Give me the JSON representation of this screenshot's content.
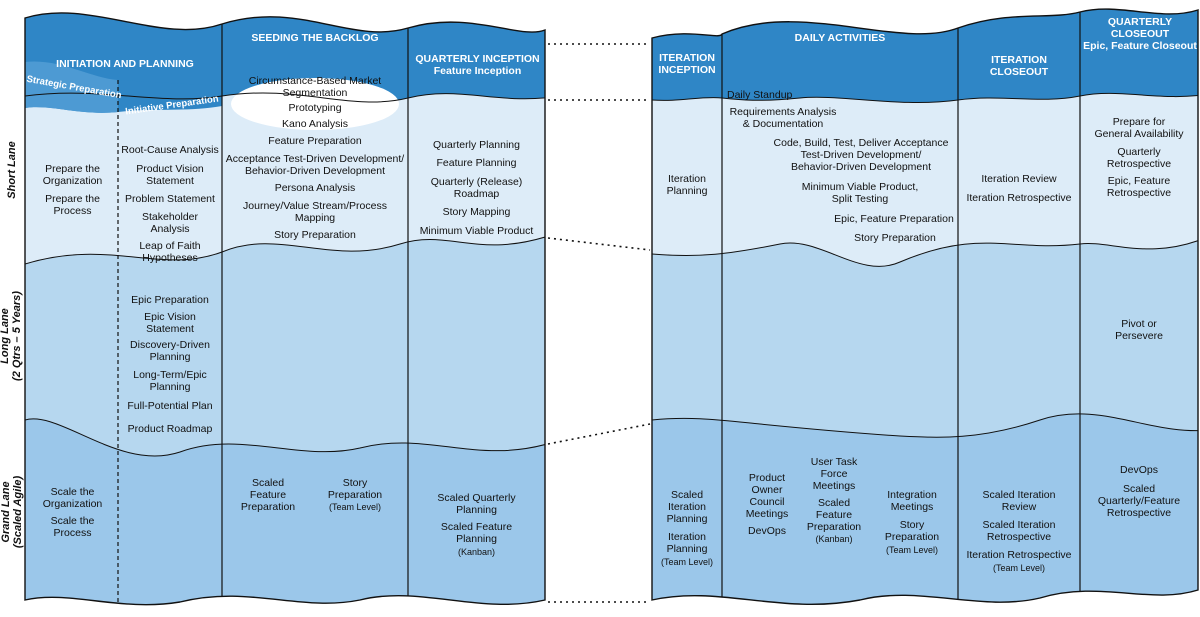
{
  "headers": {
    "initiation": "INITIATION AND PLANNING",
    "seeding": "SEEDING THE BACKLOG",
    "quarterly_inception_1": "QUARTERLY INCEPTION",
    "quarterly_inception_2": "Feature Inception",
    "iteration_inception": "ITERATION\nINCEPTION",
    "daily": "DAILY ACTIVITIES",
    "iteration_closeout": "ITERATION\nCLOSEOUT",
    "quarterly_closeout_1": "QUARTERLY\nCLOSEOUT",
    "quarterly_closeout_2": "Epic, Feature Closeout"
  },
  "sub_headers": {
    "strategic": "Strategic Preparation",
    "initiative": "Initiative Preparation"
  },
  "lanes": {
    "short": "Short Lane",
    "long": "Long Lane\n(2 Qtrs – 5 Years)",
    "grand": "Grand Lane\n(Scaled Agile)"
  },
  "short": {
    "strategic_1": "Prepare the\nOrganization",
    "strategic_2": "Prepare the\nProcess",
    "initiative_1": "Root-Cause Analysis",
    "initiative_2": "Product Vision\nStatement",
    "initiative_3": "Problem Statement",
    "initiative_4": "Stakeholder\nAnalysis",
    "initiative_5": "Leap of Faith\nHypotheses",
    "seeding_1": "Circumstance-Based Market\nSegmentation",
    "seeding_2": "Prototyping",
    "seeding_3": "Kano Analysis",
    "seeding_4": "Feature Preparation",
    "seeding_5": "Acceptance Test-Driven Development/\nBehavior-Driven Development",
    "seeding_6": "Persona Analysis",
    "seeding_7": "Journey/Value Stream/Process\nMapping",
    "seeding_8": "Story Preparation",
    "quarterly_1": "Quarterly Planning",
    "quarterly_2": "Feature Planning",
    "quarterly_3": "Quarterly (Release)\nRoadmap",
    "quarterly_4": "Story Mapping",
    "quarterly_5": "Minimum Viable Product",
    "iter_inception": "Iteration\nPlanning",
    "daily_1": "Daily Standup",
    "daily_2": "Requirements Analysis\n& Documentation",
    "daily_3": "Code, Build, Test, Deliver Acceptance\nTest-Driven Development/\nBehavior-Driven Development",
    "daily_4": "Minimum Viable Product,\nSplit Testing",
    "daily_5": "Epic, Feature Preparation",
    "daily_6": "Story Preparation",
    "iter_closeout_1": "Iteration Review",
    "iter_closeout_2": "Iteration Retrospective",
    "q_closeout_1": "Prepare for\nGeneral Availability",
    "q_closeout_2": "Quarterly\nRetrospective",
    "q_closeout_3": "Epic, Feature\nRetrospective"
  },
  "long": {
    "initiative_1": "Epic Preparation",
    "initiative_2": "Epic Vision\nStatement",
    "initiative_3": "Discovery-Driven\nPlanning",
    "initiative_4": "Long-Term/Epic\nPlanning",
    "initiative_5": "Full-Potential Plan",
    "initiative_6": "Product Roadmap",
    "q_closeout": "Pivot or\nPersevere"
  },
  "grand": {
    "strategic_1": "Scale the\nOrganization",
    "strategic_2": "Scale the\nProcess",
    "seeding_1": "Scaled\nFeature\nPreparation",
    "seeding_2": "Story\nPreparation",
    "seeding_2_note": "(Team Level)",
    "quarterly_1": "Scaled Quarterly\nPlanning",
    "quarterly_2": "Scaled Feature\nPlanning",
    "quarterly_2_note": "(Kanban)",
    "iter_inception_1": "Scaled\nIteration\nPlanning",
    "iter_inception_2": "Iteration\nPlanning",
    "iter_inception_2_note": "(Team Level)",
    "daily_1": "Product\nOwner\nCouncil\nMeetings",
    "daily_2": "DevOps",
    "daily_3": "User Task\nForce\nMeetings",
    "daily_4": "Scaled\nFeature\nPreparation",
    "daily_4_note": "(Kanban)",
    "daily_5": "Integration\nMeetings",
    "daily_6": "Story\nPreparation",
    "daily_6_note": "(Team Level)",
    "iter_closeout_1": "Scaled Iteration\nReview",
    "iter_closeout_2": "Scaled Iteration\nRetrospective",
    "iter_closeout_3": "Iteration Retrospective",
    "iter_closeout_3_note": "(Team Level)",
    "q_closeout_1": "DevOps",
    "q_closeout_2": "Scaled\nQuarterly/Feature\nRetrospective"
  },
  "colors": {
    "header": "#2f86c6",
    "short_lane": "#ddecf8",
    "long_lane": "#b6d7ef",
    "grand_lane": "#9bc7ea",
    "outline": "#111111"
  }
}
